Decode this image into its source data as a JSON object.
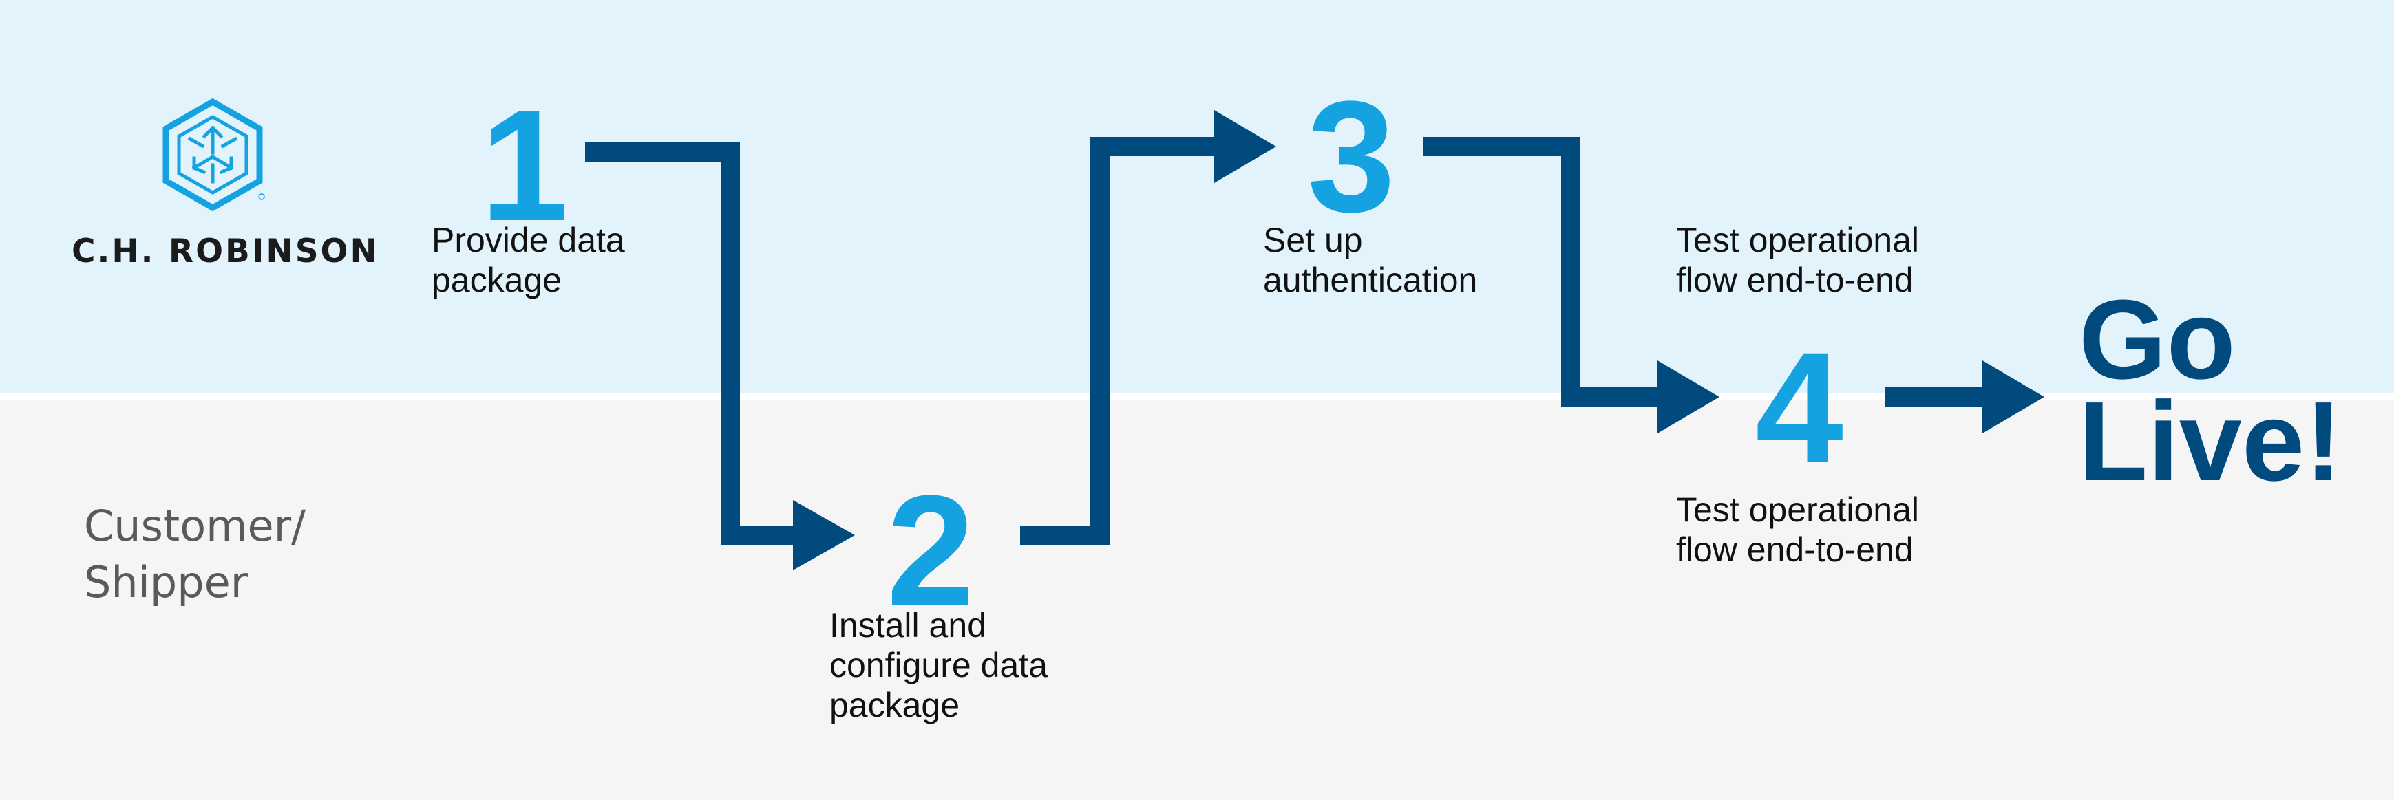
{
  "logo": {
    "icon": "ch-robinson-hexagon-logo-icon",
    "brand": "C.H. ROBINSON",
    "color": "#14a3e0"
  },
  "lanes": {
    "top": "",
    "bottom": "Customer/\nShipper"
  },
  "steps": [
    {
      "number": "1",
      "text": "Provide data\npackage"
    },
    {
      "number": "2",
      "text": "Install and\nconfigure data\npackage"
    },
    {
      "number": "3",
      "text": "Set up\nauthentication"
    },
    {
      "number": "4",
      "text_above": "Test operational\nflow end-to-end",
      "text_below": "Test operational\nflow end-to-end"
    }
  ],
  "final": {
    "text": "Go\nLive!"
  },
  "colors": {
    "top_band": "#e3f3fb",
    "bottom_band": "#f5f5f6",
    "arrow": "#004a7e",
    "number": "#14a3e0",
    "final": "#004a7e"
  }
}
